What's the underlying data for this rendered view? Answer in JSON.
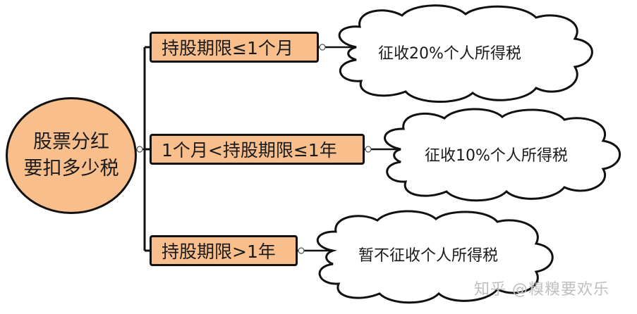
{
  "diagram": {
    "root": {
      "line1": "股票分红",
      "line2": "要扣多少税",
      "fill": "#f8be8c"
    },
    "branches": [
      {
        "label": "持股期限≤1个月",
        "result": "征收20%个人所得税"
      },
      {
        "label": "1个月<持股期限≤1年",
        "result": "征收10%个人所得税"
      },
      {
        "label": "持股期限>1年",
        "result": "暂不征收个人所得税"
      }
    ],
    "colors": {
      "node_fill": "#f8be8c",
      "stroke": "#111111",
      "cloud_fill": "#ffffff"
    }
  },
  "watermark": "知乎 @糗糗要欢乐"
}
